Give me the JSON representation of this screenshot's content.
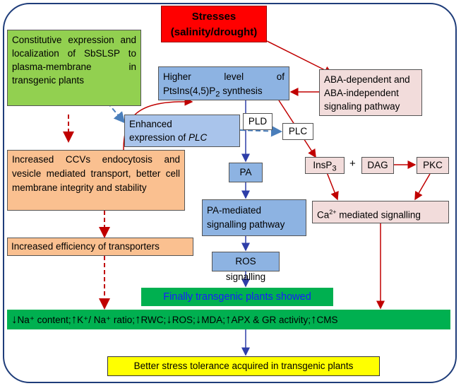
{
  "stresses": {
    "line1": "Stresses",
    "line2": "(salinity/drought)"
  },
  "constitutive": "Constitutive expression and localization of SbSLSP to plasma-membrane in transgenic plants",
  "higher_level": {
    "line1": "Higher level of",
    "line2_pre": "PtsIns(4,5)P",
    "line2_sub": "2",
    "line2_post": " synthesis"
  },
  "aba": {
    "line1": "ABA-dependent and",
    "line2": "ABA-independent",
    "line3": "signaling pathway"
  },
  "enhanced": {
    "line1": "Enhanced",
    "line2_pre": "expression of ",
    "line2_em": "PLC"
  },
  "pld": "PLD",
  "plc": "PLC",
  "insp3": {
    "pre": "InsP",
    "sub": "3"
  },
  "plus_sign": "+",
  "dag": "DAG",
  "pkc": "PKC",
  "ccv": "Increased CCVs endocytosis and vesicle mediated transport, better cell membrane integrity and stability",
  "pa": "PA",
  "pa_pathway": {
    "line1": "PA-mediated",
    "line2": "signalling pathway"
  },
  "ca": {
    "pre": "Ca",
    "sup": "2+",
    "post": " mediated signalling"
  },
  "transporters": "Increased efficiency of transporters",
  "ros": "ROS signalling",
  "finally": "Finally transgenic plants showed",
  "results": [
    {
      "dir": "down",
      "text": "Na⁺ content;"
    },
    {
      "dir": "up",
      "text": "K⁺/ Na⁺ ratio;"
    },
    {
      "dir": "up",
      "text": "RWC;"
    },
    {
      "dir": "down",
      "text": "ROS;"
    },
    {
      "dir": "down",
      "text": "MDA;"
    },
    {
      "dir": "up",
      "text": "APX & GR activity;"
    },
    {
      "dir": "up",
      "text": "CMS"
    }
  ],
  "better": "Better stress tolerance acquired in transgenic plants",
  "colors": {
    "frame": "#1f3d7a",
    "red_arrow": "#c00000",
    "blue_arrow": "#2e3ea8",
    "dashed_blue": "#4a7ebb"
  }
}
